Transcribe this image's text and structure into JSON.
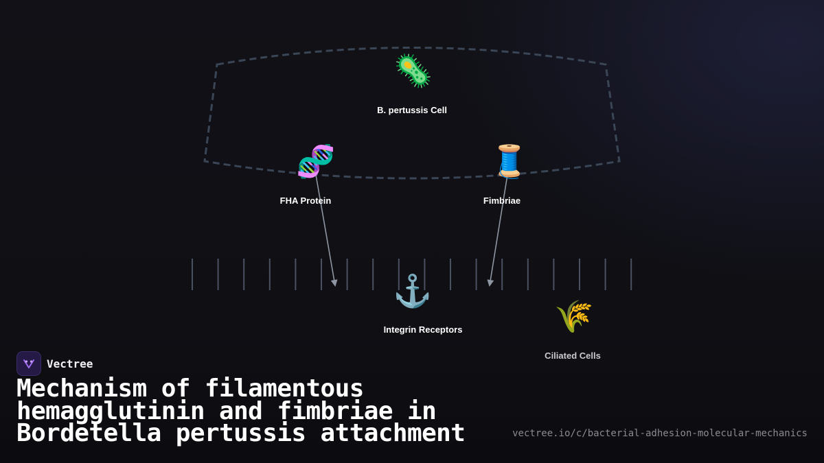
{
  "diagram": {
    "nodes": {
      "cell": {
        "label": "B. pertussis Cell",
        "icon": "🦠",
        "icon_name": "microbe-icon"
      },
      "fha": {
        "label": "FHA Protein",
        "icon": "🧬",
        "icon_name": "dna-icon"
      },
      "fimbriae": {
        "label": "Fimbriae",
        "icon": "🧵",
        "icon_name": "thread-spool-icon"
      },
      "integrin": {
        "label": "Integrin Receptors",
        "icon": "⚓",
        "icon_name": "anchor-icon"
      },
      "ciliated": {
        "label": "Ciliated Cells",
        "icon": "🌾",
        "icon_name": "sheaf-of-rice-icon"
      }
    },
    "edges": [
      {
        "from": "FHA Protein",
        "to": "Integrin Receptors"
      },
      {
        "from": "Fimbriae",
        "to": "Integrin Receptors"
      }
    ],
    "colors": {
      "cell_outline": "#3a4556",
      "arrow": "#8f96a3",
      "cilia": "#4a5262",
      "background": "#111117"
    }
  },
  "brand": {
    "name": "Vectree",
    "logo_color": "#a26cf0"
  },
  "title": "Mechanism of filamentous hemagglutinin and fimbriae in Bordetella pertussis attachment",
  "url": "vectree.io/c/bacterial-adhesion-molecular-mechanics"
}
